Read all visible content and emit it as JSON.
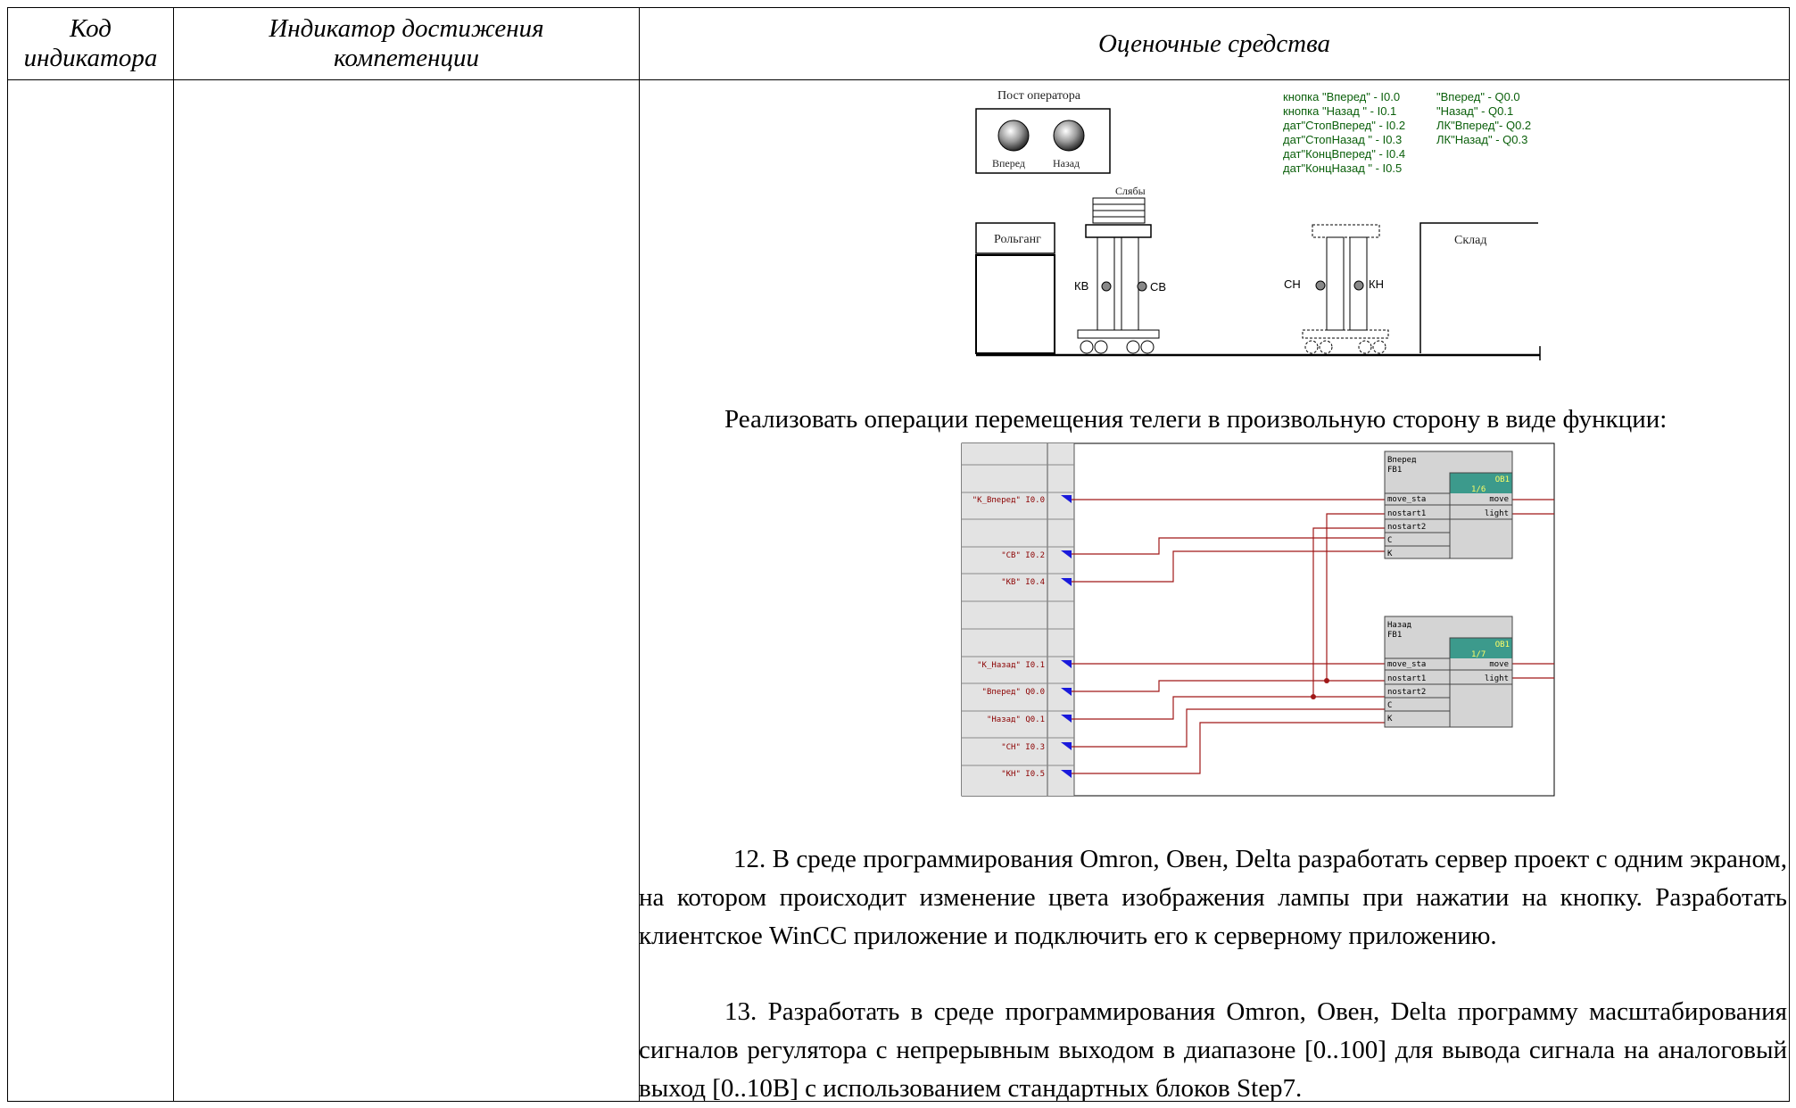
{
  "table": {
    "headers": {
      "code_line1": "Код",
      "code_line2": "индикатора",
      "indicator_line1": "Индикатор достижения",
      "indicator_line2": "компетенции",
      "tools": "Оценочные средства"
    }
  },
  "figure1": {
    "operator_post": "Пост оператора",
    "btn_forward": "Вперед",
    "btn_back": "Назад",
    "slabs": "Слябы",
    "roller": "Рольганг",
    "warehouse": "Склад",
    "kv": "КВ",
    "sv": "СВ",
    "sn": "СН",
    "kn": "КН",
    "inputs": [
      "кнопка \"Вперед\" - I0.0",
      "кнопка \"Назад \" - I0.1",
      "дат\"СтопВперед\" - I0.2",
      "дат\"СтопНазад \" - I0.3",
      "дат\"КонцВперед\" - I0.4",
      "дат\"КонцНазад \" - I0.5"
    ],
    "outputs": [
      "\"Вперед\"   - Q0.0",
      "\"Назад\"    - Q0.1",
      "ЛК\"Вперед\"- Q0.2",
      "ЛК\"Назад\"  - Q0.3"
    ]
  },
  "task_text": "Реализовать операции перемещения телеги в произвольную сторону в виде функции:",
  "figure2": {
    "signals": [
      "\"К_Вперед\" I0.0",
      "\"СВ\" I0.2",
      "\"КВ\" I0.4",
      "\"К_Назад\" I0.1",
      "\"Вперед\" Q0.0",
      "\"Назад\" Q0.1",
      "\"СН\" I0.3",
      "\"КН\" I0.5"
    ],
    "block1": {
      "title1": "Вперед",
      "title2": "FB1",
      "ob": "OB1",
      "num": "1/6"
    },
    "block2": {
      "title1": "Назад",
      "title2": "FB1",
      "ob": "OB1",
      "num": "1/7"
    },
    "pins_in": [
      "move_sta",
      "nostart1",
      "nostart2",
      "C",
      "K"
    ],
    "pins_out": [
      "move",
      "light"
    ]
  },
  "para12": {
    "number": "12.",
    "text": "В среде программирования Omron, Овен, Delta разработать сервер проект с одним экраном, на котором происходит изменение цвета изображения лампы при нажатии на кнопку. Разработать клиентское WinCC приложение и подключить его к серверному приложению."
  },
  "para13": {
    "number": "13.",
    "text": "Разработать в среде программирования Omron, Овен, Delta программу масштабирования сигналов регулятора с непрерывным выходом в диапазоне [0..100] для вывода сигнала на аналоговый выход [0..10В] с использованием стандартных блоков Step7."
  }
}
